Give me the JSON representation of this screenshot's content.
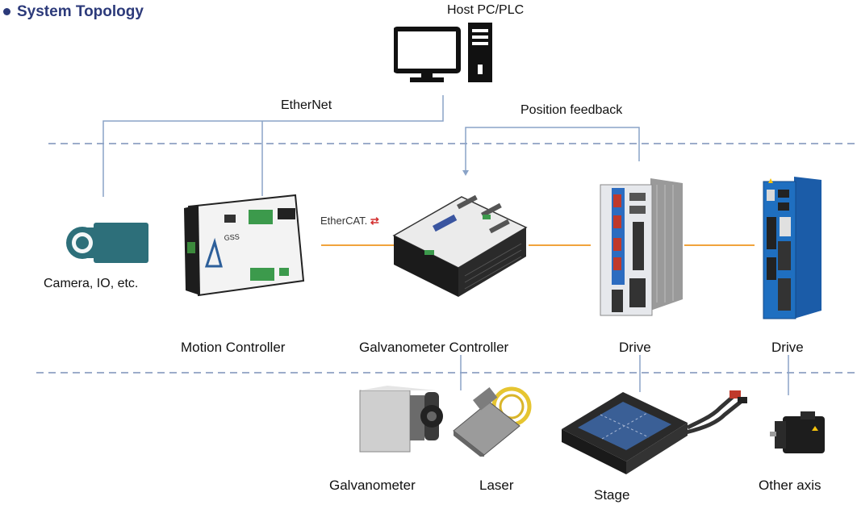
{
  "header": {
    "title": "System Topology"
  },
  "top": {
    "host_label": "Host  PC/PLC",
    "ethernet_label": "EtherNet",
    "position_feedback_label": "Position feedback"
  },
  "middle": {
    "camera_label": "Camera, IO, etc.",
    "motion_controller_label": "Motion Controller",
    "galvo_controller_label": "Galvanometer Controller",
    "drive1_label": "Drive",
    "drive2_label": "Drive",
    "ethercat_logo_text": "EtherCAT."
  },
  "bottom": {
    "galvanometer_label": "Galvanometer",
    "laser_label": "Laser",
    "stage_label": "Stage",
    "other_axis_label": "Other axis"
  },
  "colors": {
    "accent": "#2c3a7a",
    "link_line": "#8aa3c7",
    "dashed": "#7b90b8",
    "ethercat_link": "#f1a33c",
    "drive_blue": "#1f6fc0"
  }
}
